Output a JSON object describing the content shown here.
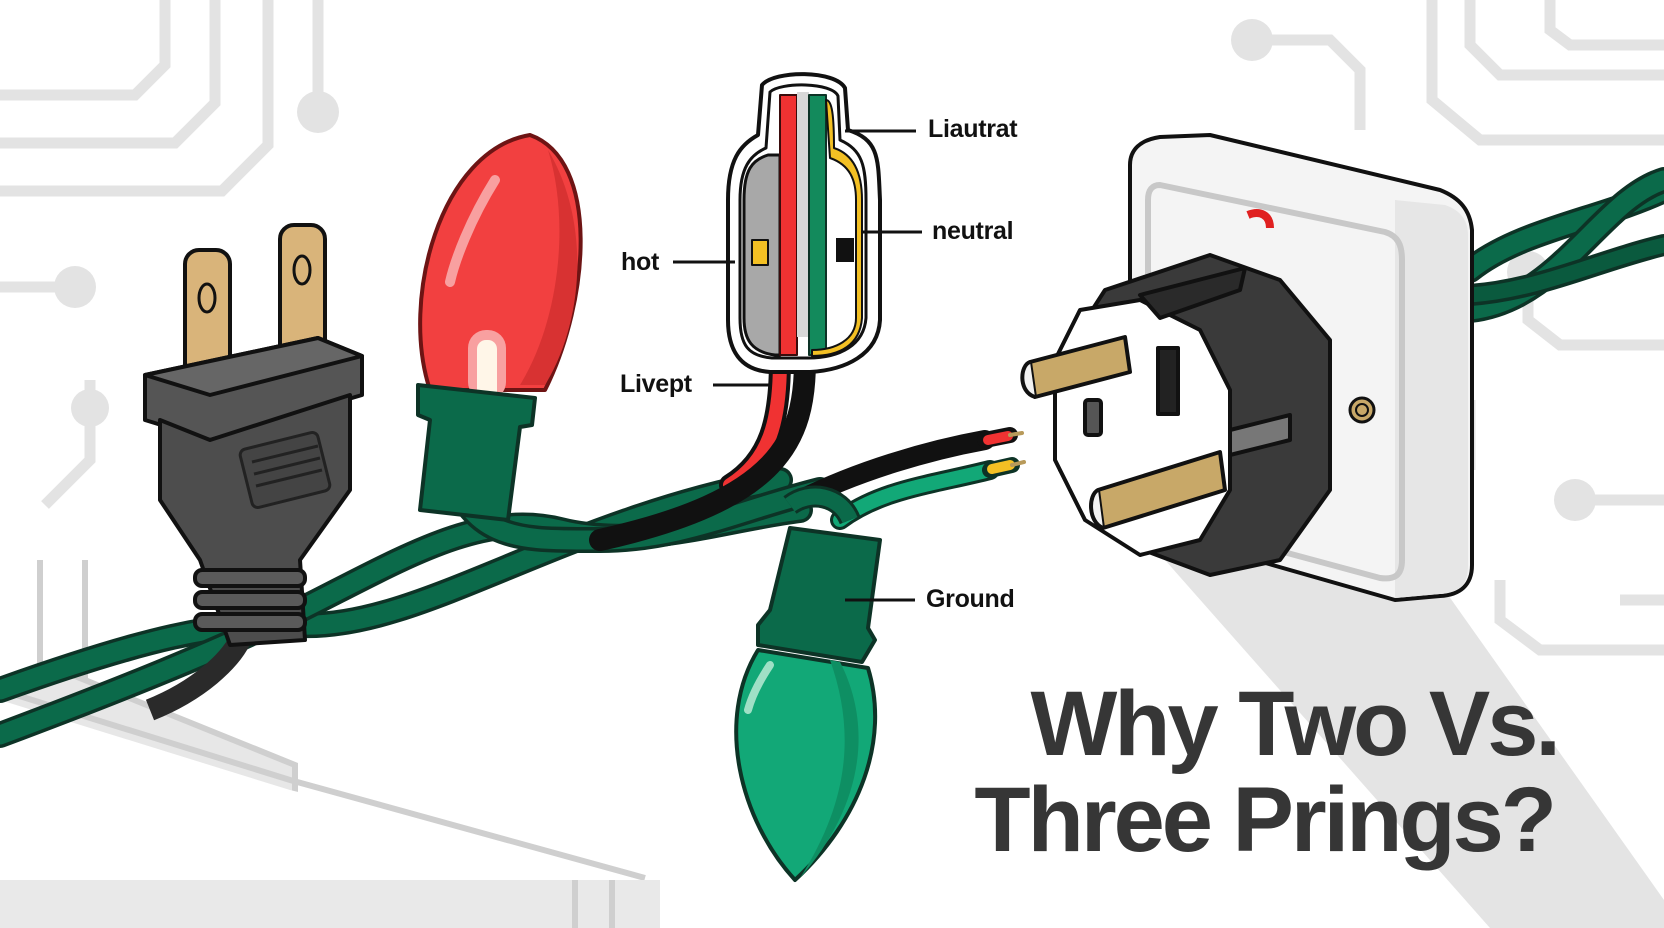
{
  "title": {
    "line1": "Why Two Vs.",
    "line2": "Three Prings?"
  },
  "labels": {
    "top": "Liautrat",
    "neutral": "neutral",
    "hot": "hot",
    "live": "Livept",
    "ground": "Ground"
  },
  "objects": {
    "two_prong_plug": "two-prong plug",
    "red_bulb": "red christmas light bulb",
    "green_bulb": "green christmas light bulb",
    "connector_cross_section": "wire connector cross-section",
    "three_prong_plug_in_outlet": "three-prong plug in wall outlet",
    "green_cord": "twisted green light-string cord",
    "table": "table",
    "circuit_background": "circuit trace background"
  },
  "colors": {
    "background": "#ffffff",
    "circuit_trace": "#e2e2e2",
    "cord_green": "#0b6a4a",
    "cord_outline": "#0d3326",
    "bulb_red": "#f24040",
    "bulb_green": "#12a877",
    "hot_wire": "#f03232",
    "neutral_wire": "#f3c024",
    "ground_wire": "#138a5c",
    "prong_brass": "#d9b47a",
    "plug_body": "#555555",
    "outlet_white": "#f6f6f6",
    "title_text": "#363636",
    "label_text": "#111111"
  }
}
